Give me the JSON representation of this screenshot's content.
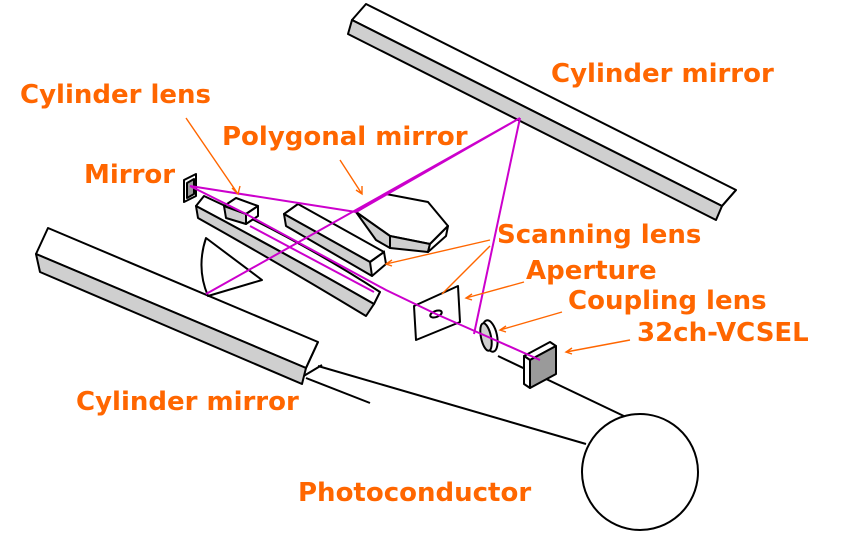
{
  "colors": {
    "label": "#ff6600",
    "beam": "#cc00cc",
    "pointer": "#ff6600",
    "stroke": "#000000"
  },
  "labels": {
    "cylinder_mirror_top": "Cylinder mirror",
    "cylinder_lens": "Cylinder lens",
    "polygonal_mirror": "Polygonal mirror",
    "mirror": "Mirror",
    "scanning_lens": "Scanning lens",
    "aperture": "Aperture",
    "coupling_lens": "Coupling lens",
    "vcsel": "32ch-VCSEL",
    "cylinder_mirror_bottom": "Cylinder mirror",
    "photoconductor": "Photoconductor"
  }
}
